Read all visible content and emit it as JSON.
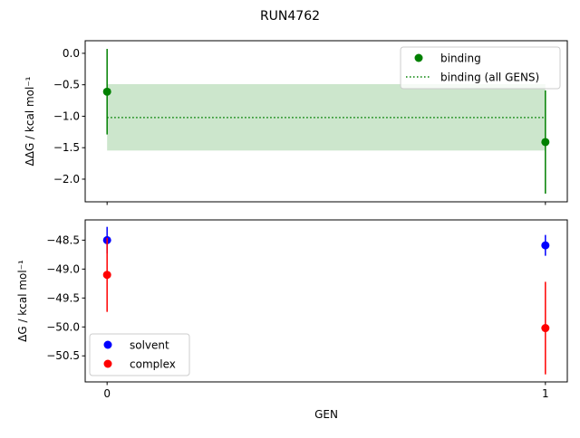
{
  "chart_data": [
    {
      "type": "scatter",
      "title": "RUN4762",
      "xlabel": "",
      "ylabel": "ΔΔG / kcal mol⁻¹",
      "x": [
        0,
        1
      ],
      "xticks": [
        "0",
        "1"
      ],
      "xlim": [
        -0.05,
        1.05
      ],
      "ylim": [
        -2.36,
        0.2
      ],
      "yticks": [
        0.0,
        -0.5,
        -1.0,
        -1.5,
        -2.0
      ],
      "ytick_labels": [
        "0.0",
        "−0.5",
        "−1.0",
        "−1.5",
        "−2.0"
      ],
      "legend": "top-right",
      "series": [
        {
          "name": "binding",
          "color": "#008000",
          "values": [
            -0.61,
            -1.41
          ],
          "errors": [
            0.68,
            0.82
          ]
        },
        {
          "name": "binding (all GENS)",
          "color": "#008000",
          "style": "dotted",
          "value": -1.02,
          "band": [
            -1.545,
            -0.49
          ]
        }
      ]
    },
    {
      "type": "scatter",
      "xlabel": "GEN",
      "ylabel": "ΔG / kcal mol⁻¹",
      "x": [
        0,
        1
      ],
      "xticks": [
        "0",
        "1"
      ],
      "xlim": [
        -0.05,
        1.05
      ],
      "ylim": [
        -50.95,
        -48.15
      ],
      "yticks": [
        -48.5,
        -49.0,
        -49.5,
        -50.0,
        -50.5
      ],
      "ytick_labels": [
        "−48.5",
        "−49.0",
        "−49.5",
        "−50.0",
        "−50.5"
      ],
      "legend": "bottom-left",
      "series": [
        {
          "name": "solvent",
          "color": "#0000ff",
          "values": [
            -48.5,
            -48.59
          ],
          "errors": [
            0.23,
            0.18
          ]
        },
        {
          "name": "complex",
          "color": "#ff0000",
          "values": [
            -49.1,
            -50.02
          ],
          "errors": [
            0.64,
            0.8
          ]
        }
      ]
    }
  ]
}
